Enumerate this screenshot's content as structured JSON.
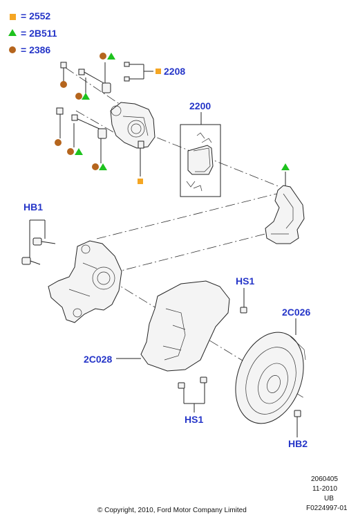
{
  "legend": {
    "items": [
      {
        "symbol": "square",
        "color": "#f5a623",
        "text": "= 2552"
      },
      {
        "symbol": "triangle",
        "color": "#1ec21e",
        "text": "= 2B511"
      },
      {
        "symbol": "circle",
        "color": "#b5651d",
        "text": "= 2386"
      }
    ]
  },
  "labels": {
    "l2208": "2208",
    "l2200": "2200",
    "hb1": "HB1",
    "hs1_top": "HS1",
    "c2c026": "2C026",
    "c2c028": "2C028",
    "hs1_bottom": "HS1",
    "hb2": "HB2"
  },
  "footer": {
    "code1": "2060405",
    "code2": "11-2010",
    "code3": "UB",
    "code4": "F0224997-01",
    "copyright": "© Copyright, 2010, Ford Motor Company Limited"
  }
}
